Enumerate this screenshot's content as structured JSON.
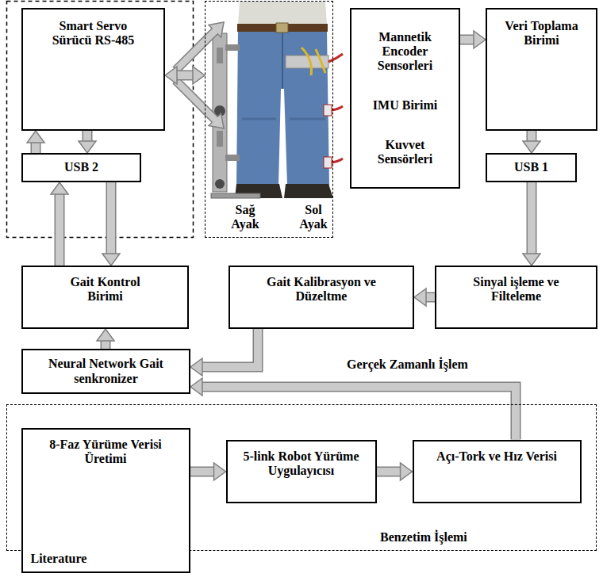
{
  "diagram": {
    "nodes": [
      {
        "text": [
          "Smart Servo Sürücü RS-485"
        ]
      },
      {
        "text": [
          "Sağ Ayak",
          "Sol Ayak"
        ]
      },
      {
        "text": [
          "Mannetik Encoder Sensorleri",
          "IMU Birimi",
          "Kuvvet Sensörleri"
        ]
      },
      {
        "text": [
          "Veri Toplama Birimi"
        ]
      },
      {
        "text": [
          "USB 2"
        ]
      },
      {
        "text": [
          "USB 1"
        ]
      },
      {
        "text": [
          "Gait Kontrol Birimi"
        ]
      },
      {
        "text": [
          "Gait Kalibrasyon ve Düzeltme"
        ]
      },
      {
        "text": [
          "Sinyal işleme ve Filteleme"
        ]
      },
      {
        "text": [
          "Neural Network Gait senkronizer"
        ]
      },
      {
        "text": [
          "Benzetim İşlemi"
        ]
      },
      {
        "text": [
          "8-Faz Yürüme Verisi Üretimi",
          "Literature"
        ],
        "in": 10
      },
      {
        "text": [
          "5-link Robot Yürüme Uygulayıcısı"
        ],
        "in": 10
      },
      {
        "text": [
          "Açı-Tork ve Hız Verisi"
        ],
        "in": 10
      }
    ],
    "edges": [
      {
        "from": 0,
        "to": 1,
        "arrow": "both"
      },
      {
        "from": 2,
        "to": 3,
        "arrow": "to"
      },
      {
        "from": 3,
        "to": 5,
        "arrow": "to"
      },
      {
        "from": 5,
        "to": 8,
        "arrow": "to"
      },
      {
        "from": 8,
        "to": 7,
        "arrow": "to"
      },
      {
        "from": 7,
        "to": 9,
        "arrow": "to"
      },
      {
        "from": 9,
        "to": 6,
        "arrow": "to"
      },
      {
        "from": 6,
        "to": 4,
        "arrow": "to"
      },
      {
        "from": 4,
        "to": 6,
        "arrow": "to"
      },
      {
        "from": 4,
        "to": 0,
        "arrow": "to"
      },
      {
        "from": 0,
        "to": 4,
        "arrow": "to"
      },
      {
        "from": 11,
        "to": 12,
        "arrow": "to"
      },
      {
        "from": 12,
        "to": 13,
        "arrow": "to"
      },
      {
        "from": 13,
        "to": 9,
        "arrow": "to"
      }
    ],
    "labels": [
      "Gerçek Zamanlı İşlem"
    ]
  }
}
